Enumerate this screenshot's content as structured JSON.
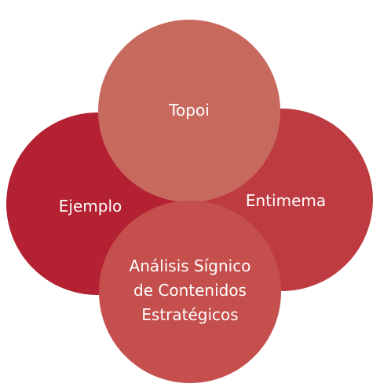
{
  "diagram": {
    "circles": {
      "top": {
        "label": "Topoi",
        "color": "#c8695e"
      },
      "left": {
        "label": "Ejemplo",
        "color": "#b42132"
      },
      "right": {
        "label": "Entimema",
        "color": "#be3c41"
      },
      "bottom": {
        "label": "Análisis Sígnico de Contenidos Estratégicos",
        "line1": "Análisis Sígnico",
        "line2": "de Contenidos",
        "line3": "Estratégicos",
        "color": "#c44f4c"
      }
    }
  }
}
